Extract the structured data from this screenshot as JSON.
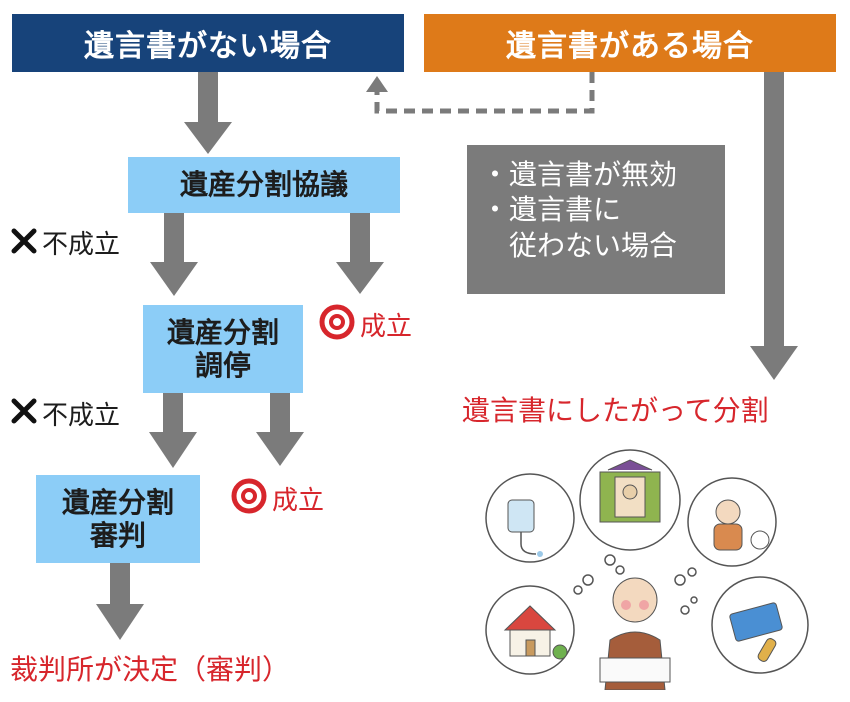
{
  "header": {
    "no_will": "遺言書がない場合",
    "has_will": "遺言書がある場合"
  },
  "steps": {
    "kyogi": "遺産分割協議",
    "chotei_line1": "遺産分割",
    "chotei_line2": "調停",
    "shinpan_line1": "遺産分割",
    "shinpan_line2": "審判"
  },
  "labels": {
    "fail_1": "不成立",
    "fail_2": "不成立",
    "success_1": "成立",
    "success_2": "成立"
  },
  "note": {
    "item1": "遺言書が無効",
    "item2_line1": "遺言書に",
    "item2_line2": "従わない場合"
  },
  "outcomes": {
    "will": "遺言書にしたがって分割",
    "court": "裁判所が決定（審判）"
  },
  "colors": {
    "navy": "#17437a",
    "orange": "#de7a19",
    "step_blue": "#8ccdf7",
    "arrow_gray": "#7b7b7b",
    "red": "#d7262c"
  }
}
